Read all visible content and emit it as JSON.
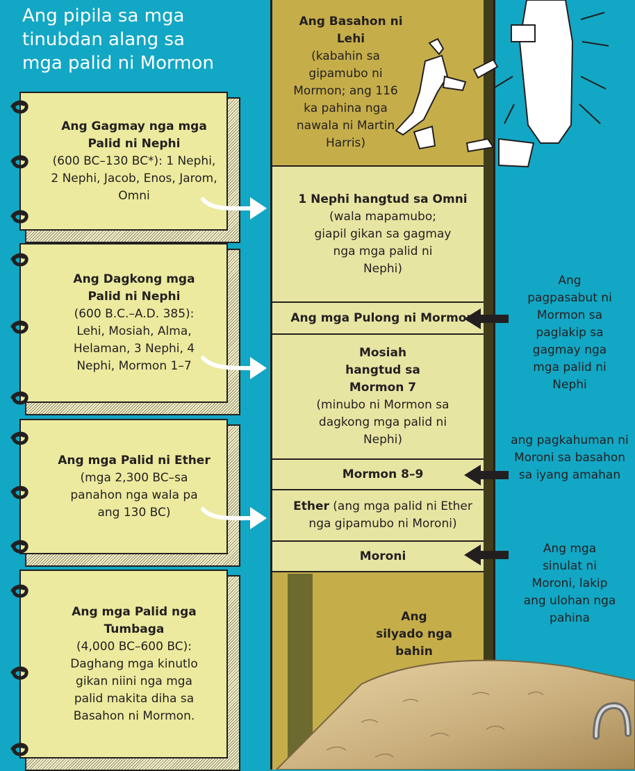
{
  "heading": "Ang pipila sa mga tinubdan alang sa mga palid ni Mormon",
  "colors": {
    "background": "#12a7c4",
    "plate_face": "#ecea9e",
    "segment_light": "#e7e5a2",
    "segment_dark": "#c5ae4a",
    "column_dark": "#6c6a2f"
  },
  "plates": [
    {
      "title": "Ang Gagmay nga mga Palid ni Nephi",
      "detail": "(600 BC–130 BC*): 1 Nephi, 2 Nephi, Jacob, Enos, Jarom, Omni"
    },
    {
      "title": "Ang Dagkong mga Palid ni Nephi",
      "detail": "(600 B.C.–A.D. 385): Lehi, Mosiah, Alma, Helaman, 3 Nephi, 4 Nephi, Mormon 1–7"
    },
    {
      "title": "Ang mga Palid ni Ether",
      "detail": "(mga 2,300 BC–sa panahon nga wala pa ang 130 BC)"
    },
    {
      "title": "Ang mga Palid nga Tumbaga",
      "detail": "(4,000 BC–600 BC): Daghang mga kinutlo gikan niini nga mga palid makita diha sa Basahon ni Mormon."
    }
  ],
  "segments": [
    {
      "title": "Ang Basahon ni Lehi",
      "detail": "(kabahin sa gipamubo ni Mormon; ang 116 ka pahina nga nawala ni Martin Harris)"
    },
    {
      "title": "1 Nephi hangtud sa Omni",
      "detail": "(wala mapamubo; giapil gikan sa gagmay nga mga palid ni Nephi)"
    },
    {
      "title": "Ang mga Pulong ni Mormon",
      "detail": ""
    },
    {
      "title": "Mosiah hangtud sa Mormon 7",
      "detail": "(minubo ni Mormon sa dagkong mga palid ni Nephi)"
    },
    {
      "title": "Mormon 8–9",
      "detail": ""
    },
    {
      "title": "Ether",
      "detail": "(ang mga palid ni Ether nga gipamubo ni Moroni)"
    },
    {
      "title": "Moroni",
      "detail": ""
    },
    {
      "title": "Ang silyado nga bahin",
      "detail": ""
    }
  ],
  "notes": [
    "Ang pagpasabut ni Mormon sa paglakip sa gagmay nga mga palid ni Nephi",
    "ang pagkahuman ni Moroni sa basahon sa iyang amahan",
    "Ang mga sinulat ni Moroni, lakip ang ulohan nga pahina"
  ],
  "icons": [
    "spiral-ring-icon",
    "curved-arrow-icon",
    "left-arrow-icon",
    "kneeling-man-illustration",
    "angel-illustration",
    "gold-plates-illustration"
  ]
}
